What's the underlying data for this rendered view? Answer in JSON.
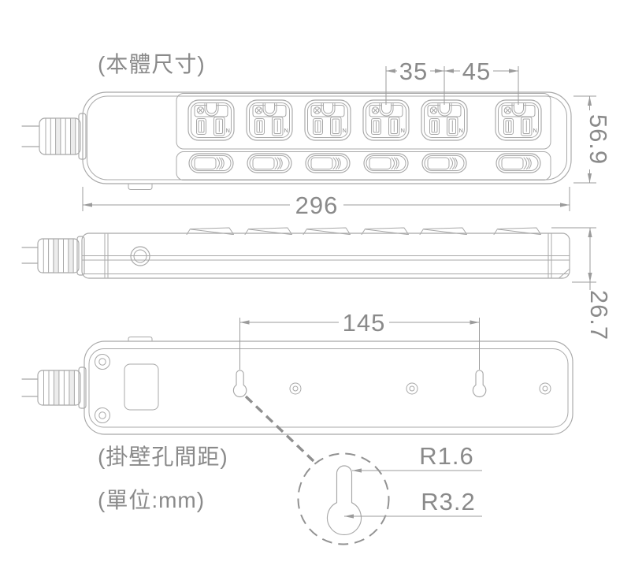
{
  "title": "(本體尺寸)",
  "notes": {
    "wall_hole": "(掛壁孔間距)",
    "unit": "(單位:mm)"
  },
  "dimensions": {
    "body_length": "296",
    "body_height": "56.9",
    "body_thickness": "26.7",
    "socket_pitch": "35",
    "socket_pitch_end": "45",
    "hole_spacing": "145",
    "slot_radius": "R1.6",
    "hole_radius": "R3.2"
  },
  "socket": {
    "neutral_label": "N",
    "count": 6
  },
  "colors": {
    "line": "#a8a8a8",
    "dim": "#9b9b9b",
    "text": "#8a8a8a"
  }
}
